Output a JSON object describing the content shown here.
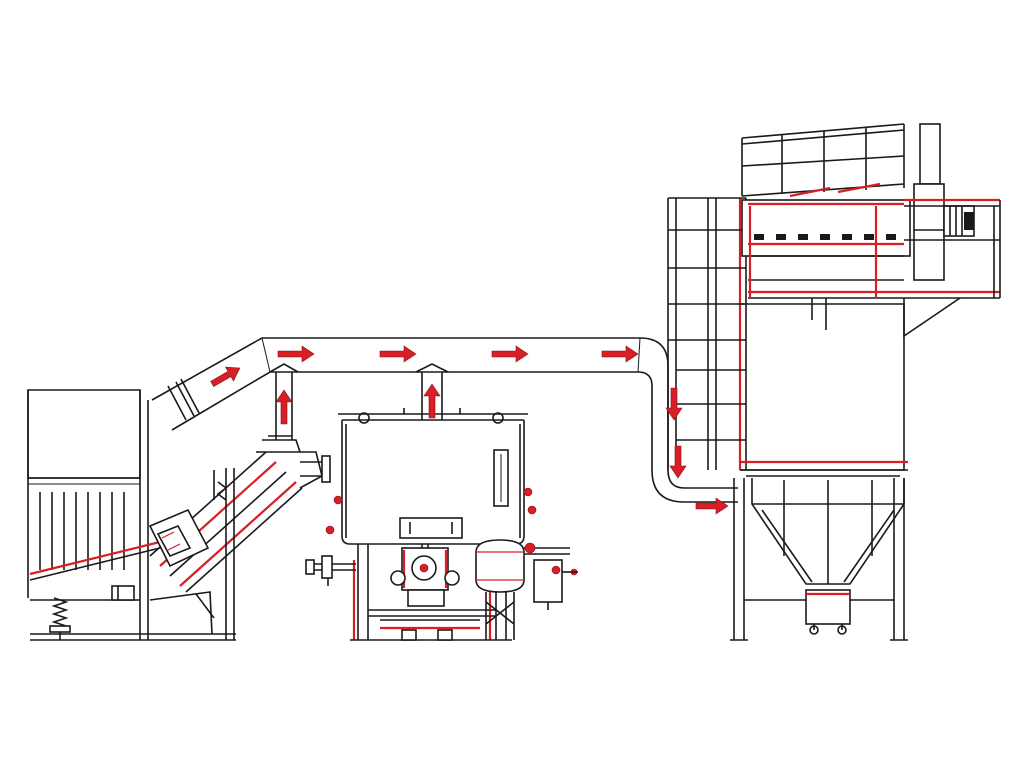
{
  "diagram": {
    "subject": "industrial-dust-collection-process-flow",
    "colors": {
      "line": "#1a1a1a",
      "accent": "#d61f26",
      "background": "#ffffff"
    },
    "equipment": [
      {
        "id": "vibrating-screen",
        "icon": "vibrating-screen-icon"
      },
      {
        "id": "inclined-conveyor",
        "icon": "inclined-conveyor-icon"
      },
      {
        "id": "mixer-tank",
        "icon": "mixer-tank-icon"
      },
      {
        "id": "duct",
        "icon": "duct-icon"
      },
      {
        "id": "baghouse-filter",
        "icon": "baghouse-filter-icon"
      }
    ],
    "flow_arrows": [
      {
        "id": "arrow-1",
        "direction": "up-right"
      },
      {
        "id": "arrow-2",
        "direction": "up"
      },
      {
        "id": "arrow-3",
        "direction": "right"
      },
      {
        "id": "arrow-4",
        "direction": "right"
      },
      {
        "id": "arrow-5",
        "direction": "up"
      },
      {
        "id": "arrow-6",
        "direction": "right"
      },
      {
        "id": "arrow-7",
        "direction": "right"
      },
      {
        "id": "arrow-8",
        "direction": "down"
      },
      {
        "id": "arrow-9",
        "direction": "down"
      },
      {
        "id": "arrow-10",
        "direction": "right"
      }
    ]
  }
}
